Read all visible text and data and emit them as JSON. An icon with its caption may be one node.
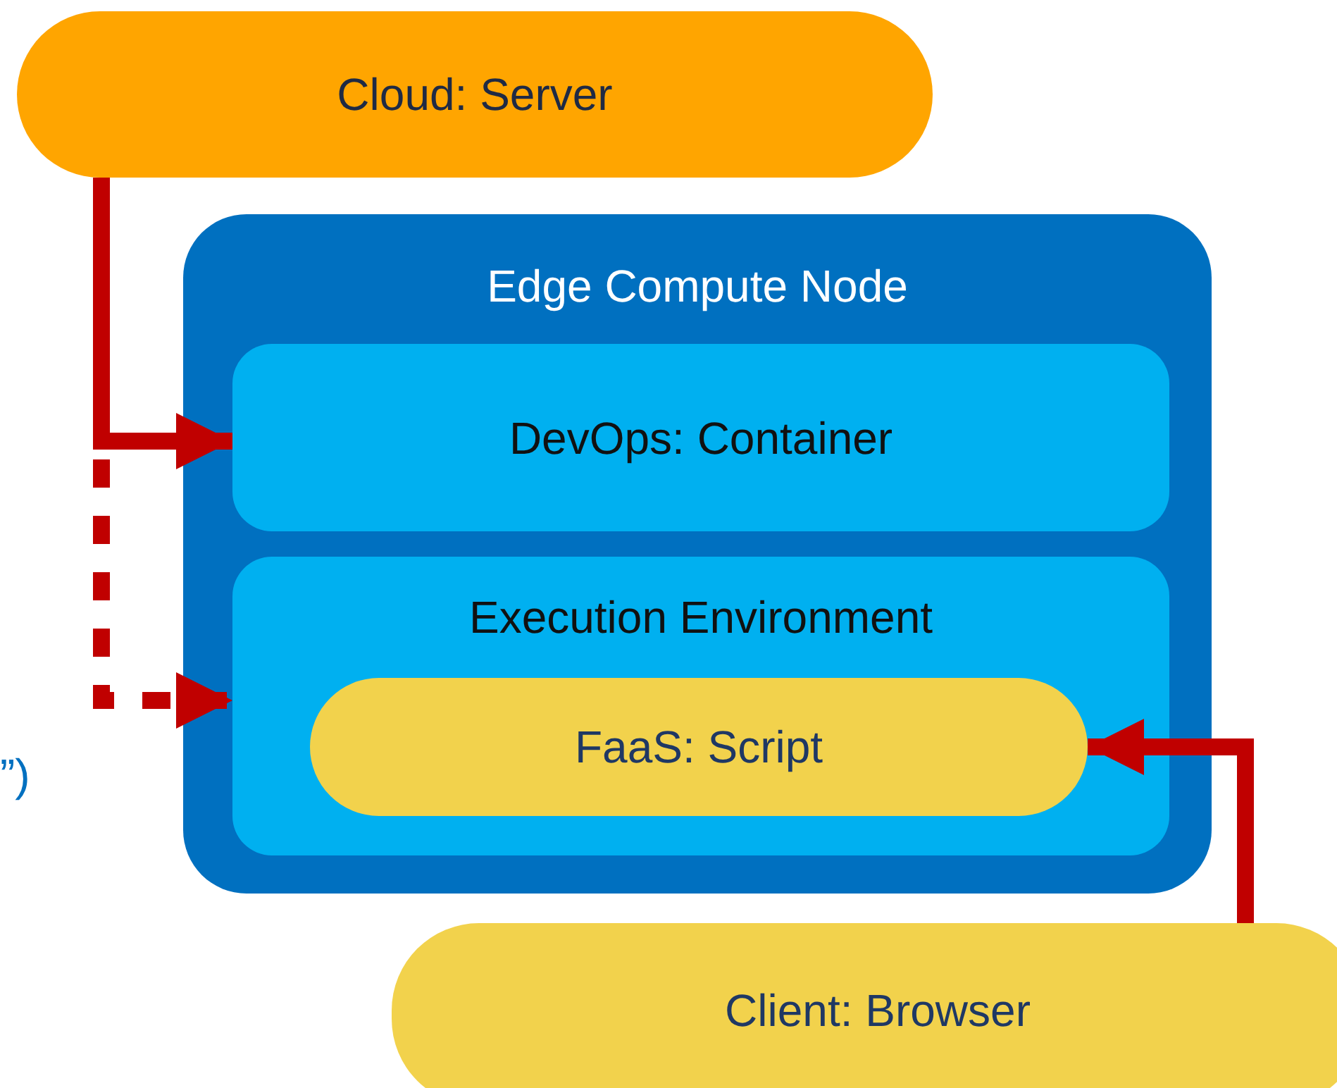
{
  "diagram": {
    "nodes": [
      {
        "text": [
          "Cloud: Server"
        ]
      },
      {
        "text": [
          "Edge Compute Node"
        ]
      },
      {
        "text": [
          "DevOps: Container"
        ],
        "in": 1
      },
      {
        "text": [
          "Execution Environment"
        ],
        "in": 1
      },
      {
        "text": [
          "FaaS: Script"
        ],
        "in": 3
      },
      {
        "text": [
          "Client: Browser"
        ]
      }
    ],
    "edges": [
      {
        "from": 0,
        "to": 2,
        "arrow": "to"
      },
      {
        "from": 0,
        "to": 3,
        "arrow": "to",
        "style": "dashed"
      },
      {
        "from": 5,
        "to": 4,
        "arrow": "to"
      }
    ],
    "labels": [
      "”)"
    ]
  }
}
